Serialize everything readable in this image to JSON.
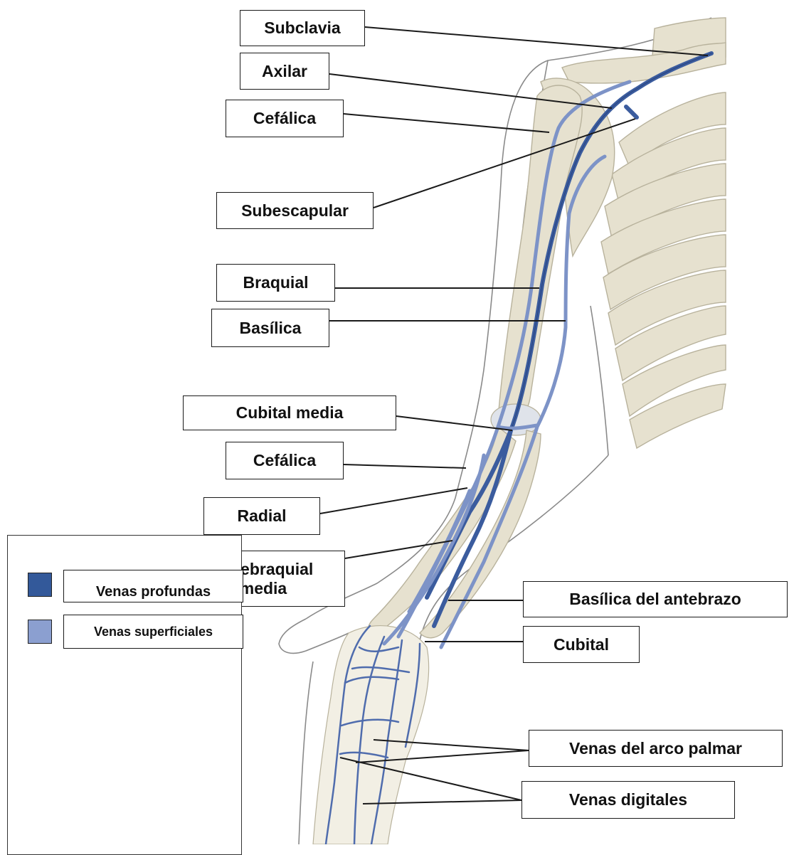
{
  "labels": {
    "subclavia": "Subclavia",
    "axilar": "Axilar",
    "cefalica_upper": "Cefálica",
    "subescapular": "Subescapular",
    "braquial": "Braquial",
    "basilica": "Basílica",
    "cubital_media": "Cubital media",
    "cefalica_lower": "Cefálica",
    "radial": "Radial",
    "antebraquial_line1": "Antebraquial",
    "antebraquial_line2": "media",
    "basilica_antebrazo": "Basílica del antebrazo",
    "cubital": "Cubital",
    "venas_arco_palmar": "Venas del arco palmar",
    "venas_digitales": "Venas digitales"
  },
  "legend": {
    "deep": {
      "label": "Venas profundas",
      "color": "#33599a"
    },
    "superficial": {
      "label": "Venas superficiales",
      "color": "#8b9fd0"
    }
  },
  "colors": {
    "bone": "#e6e1cf",
    "bone_stroke": "#b8b29c",
    "vein_deep": "#3b5c9e",
    "vein_superficial": "#7d93c7",
    "outline": "#8a8a8a",
    "leader": "#1a1a1a"
  }
}
